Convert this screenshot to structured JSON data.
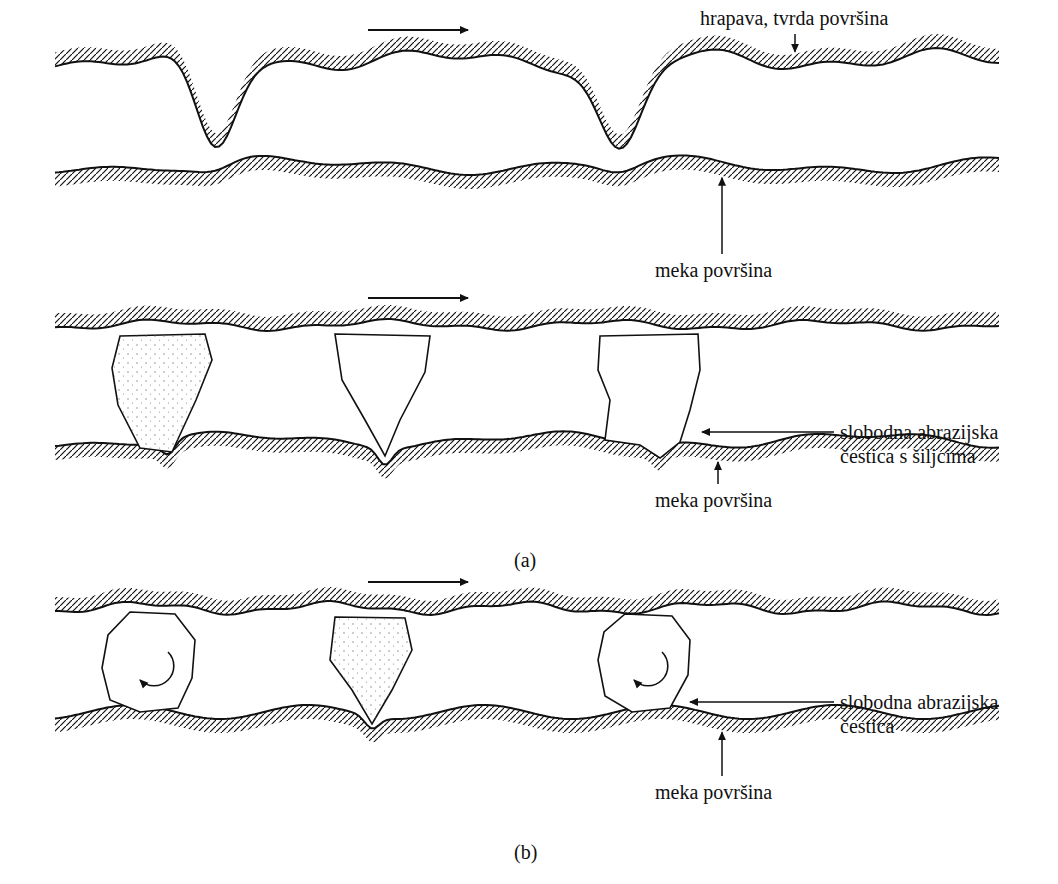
{
  "diagram": {
    "labels": [
      "hrapava, tvrda površina",
      "meka površina",
      "slobodna abrazijska čestica s šiljcima",
      "meka površina",
      "(a)",
      "slobodna abrazijska čestica",
      "meka površina",
      "(b)"
    ]
  }
}
